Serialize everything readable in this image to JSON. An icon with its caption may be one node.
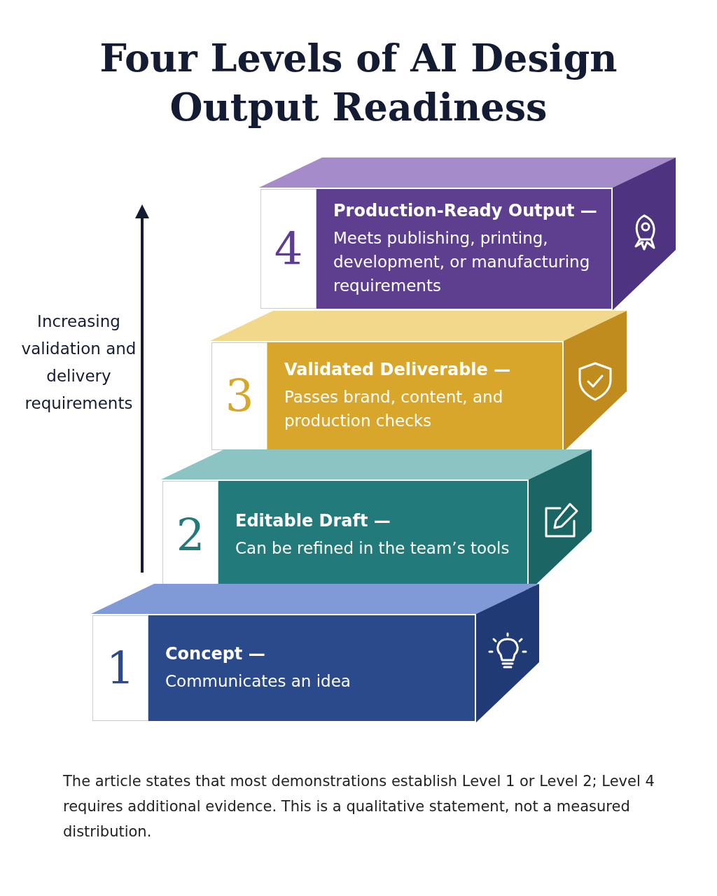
{
  "diagram": {
    "title": "Four Levels of AI Design Output Readiness",
    "nodes": [
      {
        "text": [
          "4",
          "Production-Ready Output —",
          "Meets publishing, printing, development, or manufacturing requirements"
        ]
      },
      {
        "text": [
          "3",
          "Validated Deliverable —",
          "Passes brand, content, and production checks"
        ]
      },
      {
        "text": [
          "2",
          "Editable Draft —",
          "Can be refined in the team’s tools"
        ]
      },
      {
        "text": [
          "1",
          "Concept —",
          "Communicates an idea"
        ]
      }
    ],
    "edges": [],
    "labels": [
      "Increasing validation and delivery requirements"
    ],
    "caption": "The article states that most demonstrations establish Level 1 or Level 2; Level 4 requires additional evidence. This is a qualitative statement, not a measured distribution."
  }
}
